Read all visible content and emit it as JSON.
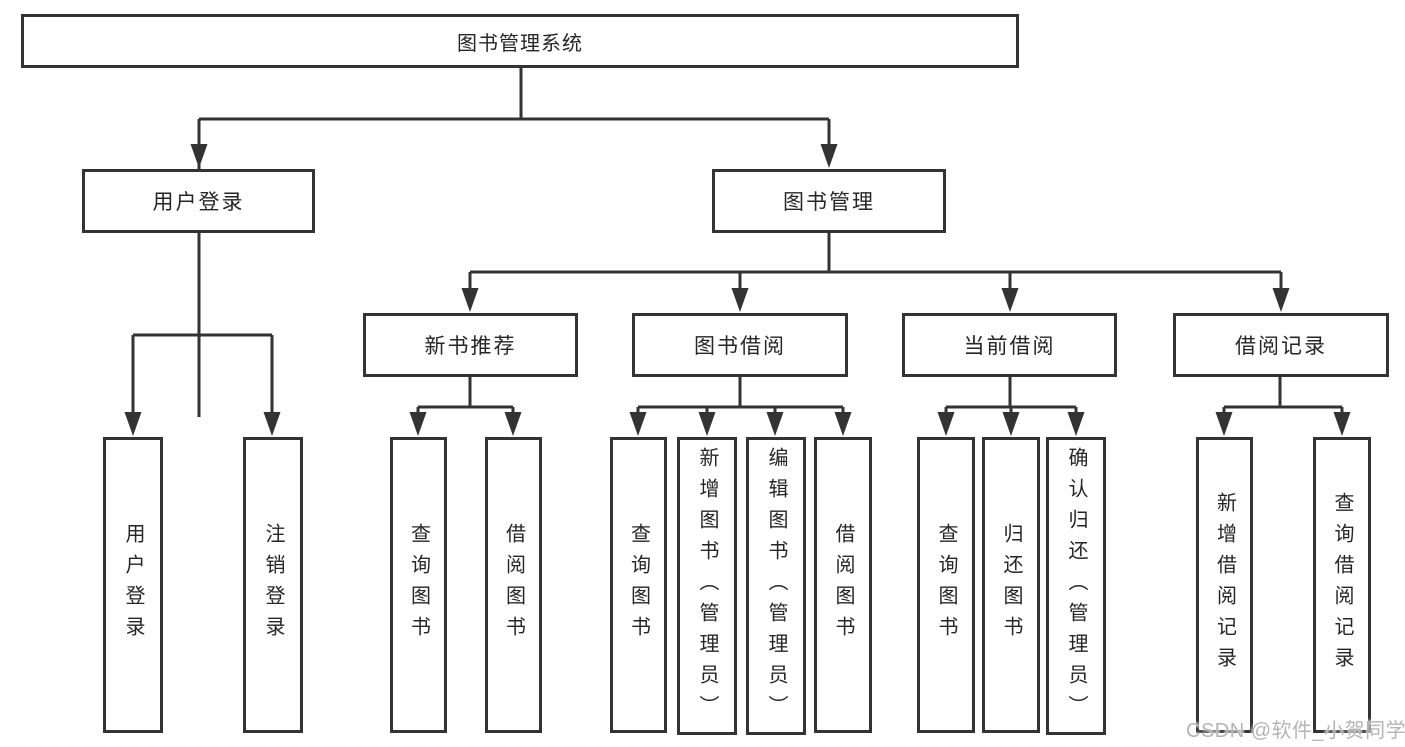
{
  "org": {
    "root": {
      "label": "图书管理系统"
    },
    "branches": {
      "user_login": {
        "label": "用户登录",
        "children": [
          {
            "label": "用户登录"
          },
          {
            "label": "注销登录"
          }
        ]
      },
      "book_management": {
        "label": "图书管理",
        "children": {
          "new_book_recommend": {
            "label": "新书推荐",
            "children": [
              {
                "label": "查询图书"
              },
              {
                "label": "借阅图书"
              }
            ]
          },
          "book_borrowing": {
            "label": "图书借阅",
            "children": [
              {
                "label": "查询图书"
              },
              {
                "label": "新增图书（管理员）"
              },
              {
                "label": "编辑图书（管理员）"
              },
              {
                "label": "借阅图书"
              }
            ]
          },
          "current_borrowing": {
            "label": "当前借阅",
            "children": [
              {
                "label": "查询图书"
              },
              {
                "label": "归还图书"
              },
              {
                "label": "确认归还（管理员）"
              }
            ]
          },
          "borrowing_records": {
            "label": "借阅记录",
            "children": [
              {
                "label": "新增借阅记录"
              },
              {
                "label": "查询借阅记录"
              }
            ]
          }
        }
      }
    }
  },
  "watermark": "CSDN @软件_小贺同学",
  "colors": {
    "line": "#333333",
    "box_border": "#333333",
    "text": "#262626",
    "watermark_text": "#b5b5b5",
    "background": "#ffffff"
  }
}
